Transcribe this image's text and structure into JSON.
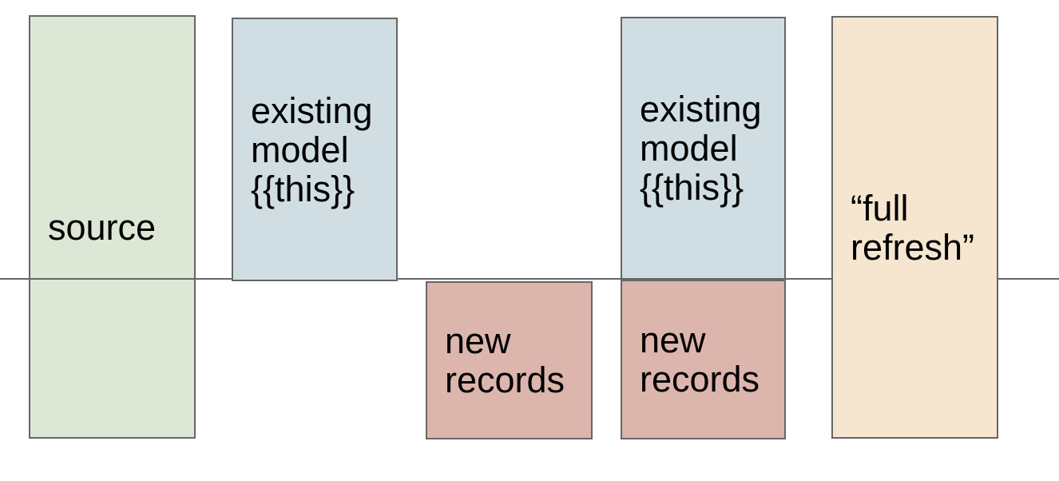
{
  "diagram": {
    "background": "#ffffff",
    "border_color": "#666666",
    "text_color": "#000000",
    "axis_line": {
      "color": "#666666"
    },
    "boxes": [
      {
        "id": "source",
        "label": "source",
        "fill": "#dce8d5"
      },
      {
        "id": "existing-model-1",
        "label": "existing\nmodel\n{{this}}",
        "fill": "#d0dee3"
      },
      {
        "id": "new-records-1",
        "label": "new\nrecords",
        "fill": "#dcb5ad"
      },
      {
        "id": "existing-model-2",
        "label": "existing\nmodel\n{{this}}",
        "fill": "#d0dee3"
      },
      {
        "id": "new-records-2",
        "label": "new\nrecords",
        "fill": "#dcb5ad"
      },
      {
        "id": "full-refresh",
        "label": "“full\nrefresh”",
        "fill": "#f6e6d0"
      }
    ]
  }
}
